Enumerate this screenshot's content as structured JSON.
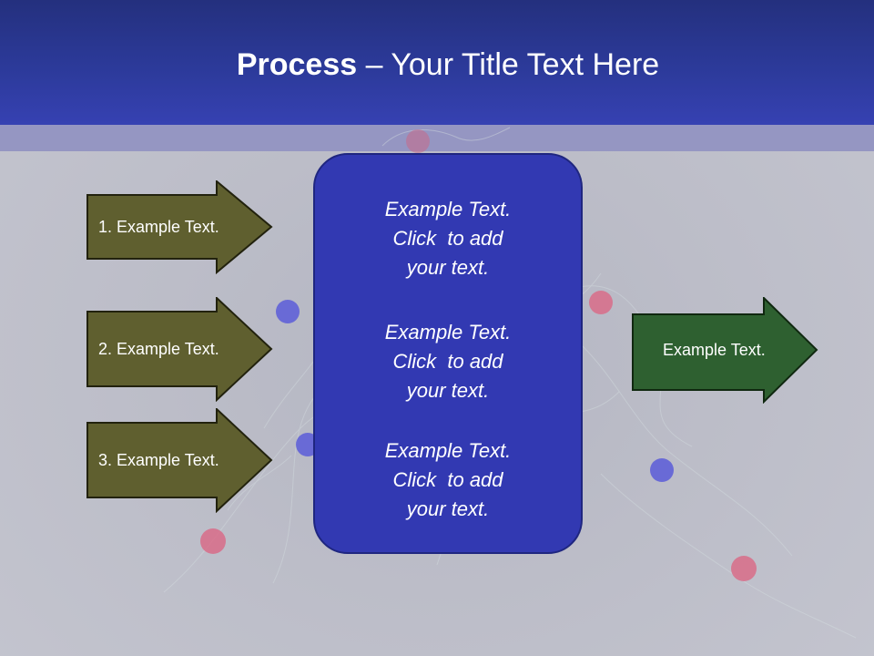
{
  "title": {
    "bold": "Process",
    "rest": " – Your Title Text Here"
  },
  "left_arrows": [
    {
      "label": "1. Example Text."
    },
    {
      "label": "2. Example Text."
    },
    {
      "label": "3. Example Text."
    }
  ],
  "center_box": {
    "blocks": [
      {
        "lines": [
          "Example Text.",
          "Click  to add",
          "your text."
        ]
      },
      {
        "lines": [
          "Example Text.",
          "Click  to add",
          "your text."
        ]
      },
      {
        "lines": [
          "Example Text.",
          "Click  to add",
          "your text."
        ]
      }
    ]
  },
  "right_arrow": {
    "label": "Example Text."
  },
  "colors": {
    "header": "#2c3a9a",
    "band": "#9596c2",
    "left_arrow_fill": "#5f5f2f",
    "right_arrow_fill": "#2e6030",
    "center_box_fill": "#3239b2"
  }
}
